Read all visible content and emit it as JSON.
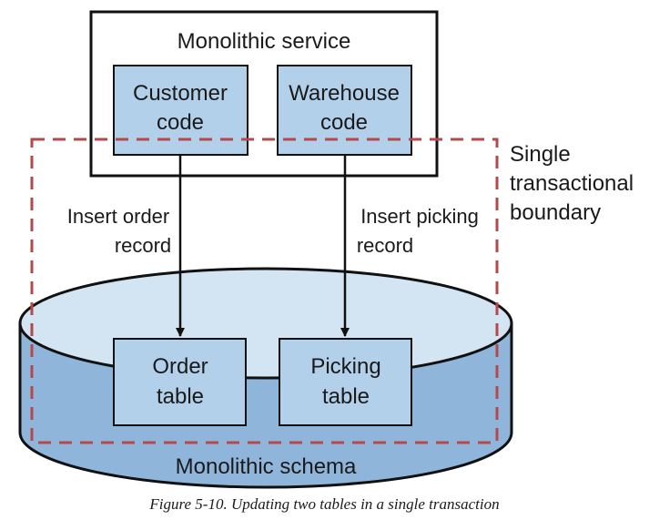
{
  "diagram": {
    "service": {
      "title": "Monolithic service",
      "customer_box": {
        "line1": "Customer",
        "line2": "code"
      },
      "warehouse_box": {
        "line1": "Warehouse",
        "line2": "code"
      }
    },
    "arrows": {
      "left": {
        "line1": "Insert order",
        "line2": "record"
      },
      "right": {
        "line1": "Insert picking",
        "line2": "record"
      }
    },
    "boundary": {
      "line1": "Single",
      "line2": "transactional",
      "line3": "boundary"
    },
    "schema": {
      "title": "Monolithic schema",
      "order_table": {
        "line1": "Order",
        "line2": "table"
      },
      "picking_table": {
        "line1": "Picking",
        "line2": "table"
      }
    },
    "colors": {
      "box_fill": "#b3d0ea",
      "db_top": "#d3e4f2",
      "db_fill": "#8fb6da",
      "boundary": "#b5484a"
    }
  },
  "caption": "Figure 5-10. Updating two tables in a single transaction"
}
